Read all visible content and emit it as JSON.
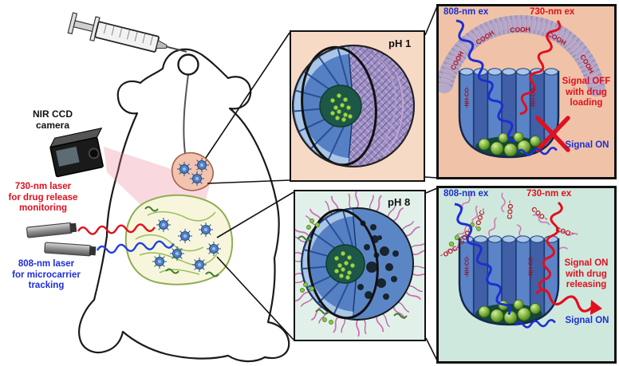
{
  "left": {
    "camera_label": "NIR CCD\ncamera",
    "laser_730_label": "730-nm laser\nfor drug release\nmonitoring",
    "laser_808_label": "808-nm laser\nfor microcarrier\ntracking"
  },
  "middle": {
    "ph1": "pH 1",
    "ph8": "pH 8"
  },
  "top_panel": {
    "ex_808": "808-nm ex",
    "ex_730": "730-nm ex",
    "cooh": "COOH",
    "nh_co": "-NH-CO-",
    "signal_off": "Signal OFF\nwith drug\nloading",
    "signal_on": "Signal ON"
  },
  "bottom_panel": {
    "ex_808": "808-nm ex",
    "ex_730": "730-nm ex",
    "coo": "COO⁻",
    "ooc": "⁻OOC-",
    "nh_co": "-NH-CO-",
    "signal_on_release": "Signal ON\nwith drug\nreleasing",
    "signal_on": "Signal ON"
  },
  "colors": {
    "red": "#e0101e",
    "blue": "#1b2fd4",
    "panel_ph1_bg": "#f6dac6",
    "panel_ph8_bg": "#e2f0ea",
    "top_panel_bg": "#f0c3a8",
    "bottom_panel_bg": "#cfe8dd"
  }
}
